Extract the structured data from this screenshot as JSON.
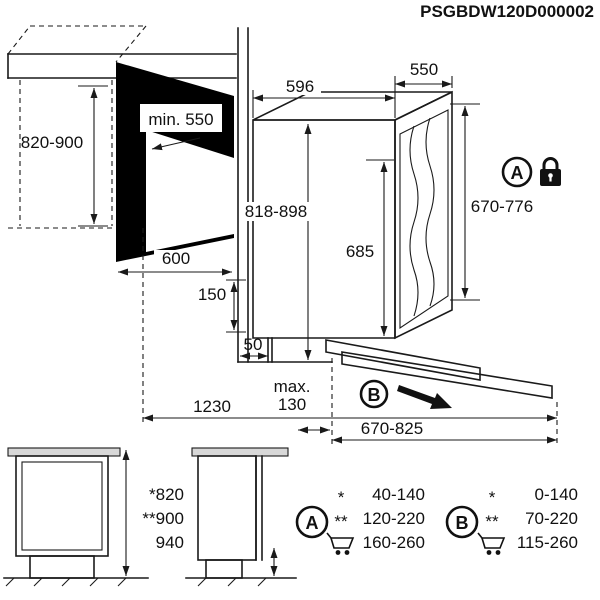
{
  "header": {
    "part_number": "PSGBDW120D000002"
  },
  "colors": {
    "line": "#1a1a1a",
    "fill_black": "#000000"
  },
  "main": {
    "dims": {
      "worktop_height": "820-900",
      "niche_depth": "min. 550",
      "niche_width": "600",
      "appliance_width": "596",
      "appliance_depth": "550",
      "appliance_height": "818-898",
      "interior_height": "685",
      "door_panel_height": "670-776",
      "plinth_height": "150",
      "plinth_recess": "50",
      "depth_door_open_total": "1230",
      "plinth_max_line1": "max.",
      "plinth_max_line2": "130",
      "door_open_reach": "670-825"
    },
    "badge_a": "A",
    "badge_b": "B"
  },
  "bottom": {
    "height_options": [
      "*820",
      "**900",
      "940"
    ],
    "table_a": {
      "badge": "A",
      "rows": [
        {
          "sym": "*",
          "value": "40-140"
        },
        {
          "sym": "**",
          "value": "120-220"
        },
        {
          "sym": "cart-icon",
          "value": "160-260"
        }
      ]
    },
    "table_b": {
      "badge": "B",
      "rows": [
        {
          "sym": "*",
          "value": "0-140"
        },
        {
          "sym": "**",
          "value": "70-220"
        },
        {
          "sym": "cart-icon",
          "value": "115-260"
        }
      ]
    }
  }
}
